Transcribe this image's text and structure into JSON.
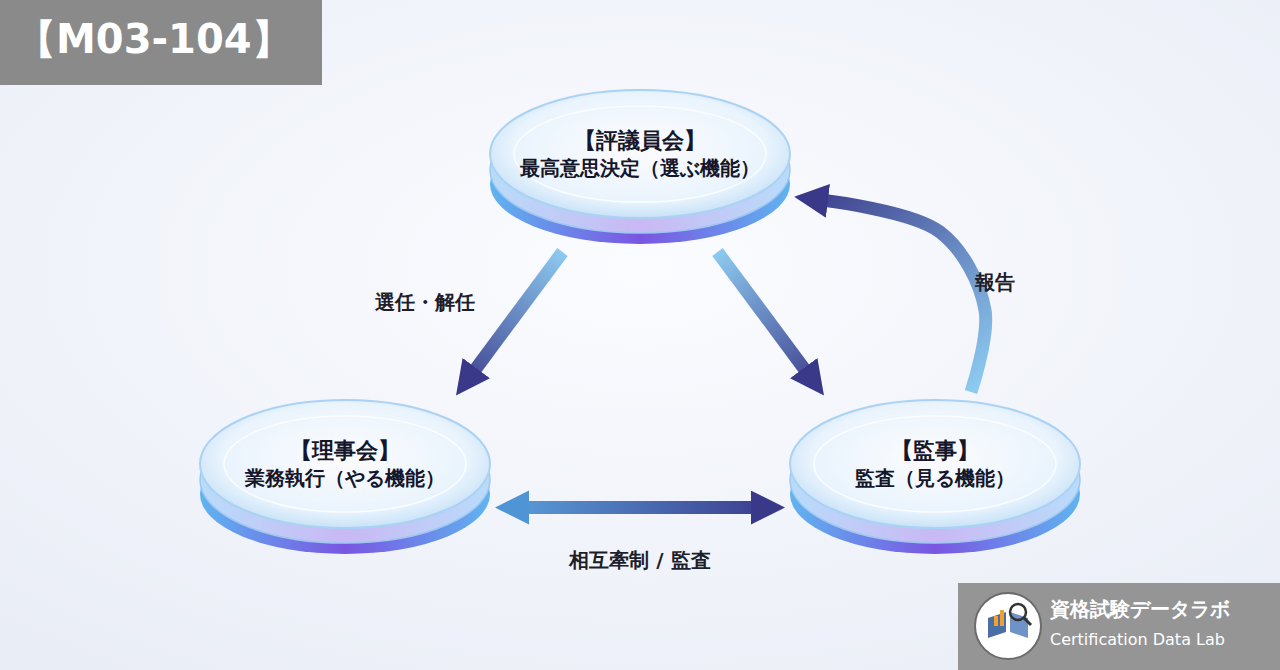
{
  "diagram": {
    "nodes": [
      {
        "text": [
          "【評議員会】",
          "最高意思決定（選ぶ機能）"
        ]
      },
      {
        "text": [
          "【理事会】",
          "業務執行（やる機能）"
        ]
      },
      {
        "text": [
          "【監事】",
          "監査（見る機能）"
        ]
      }
    ],
    "edges": [
      {
        "from": 0,
        "to": 1,
        "label": "選任・解任",
        "arrow": "to"
      },
      {
        "from": 0,
        "to": 2,
        "arrow": "to"
      },
      {
        "from": 2,
        "to": 0,
        "label": "報告",
        "arrow": "to"
      },
      {
        "from": 1,
        "to": 2,
        "label": "相互牽制 / 監査",
        "arrow": "both"
      }
    ],
    "labels": [
      "【M03-104】",
      "資格試験データラボ",
      "Certification Data Lab"
    ]
  }
}
